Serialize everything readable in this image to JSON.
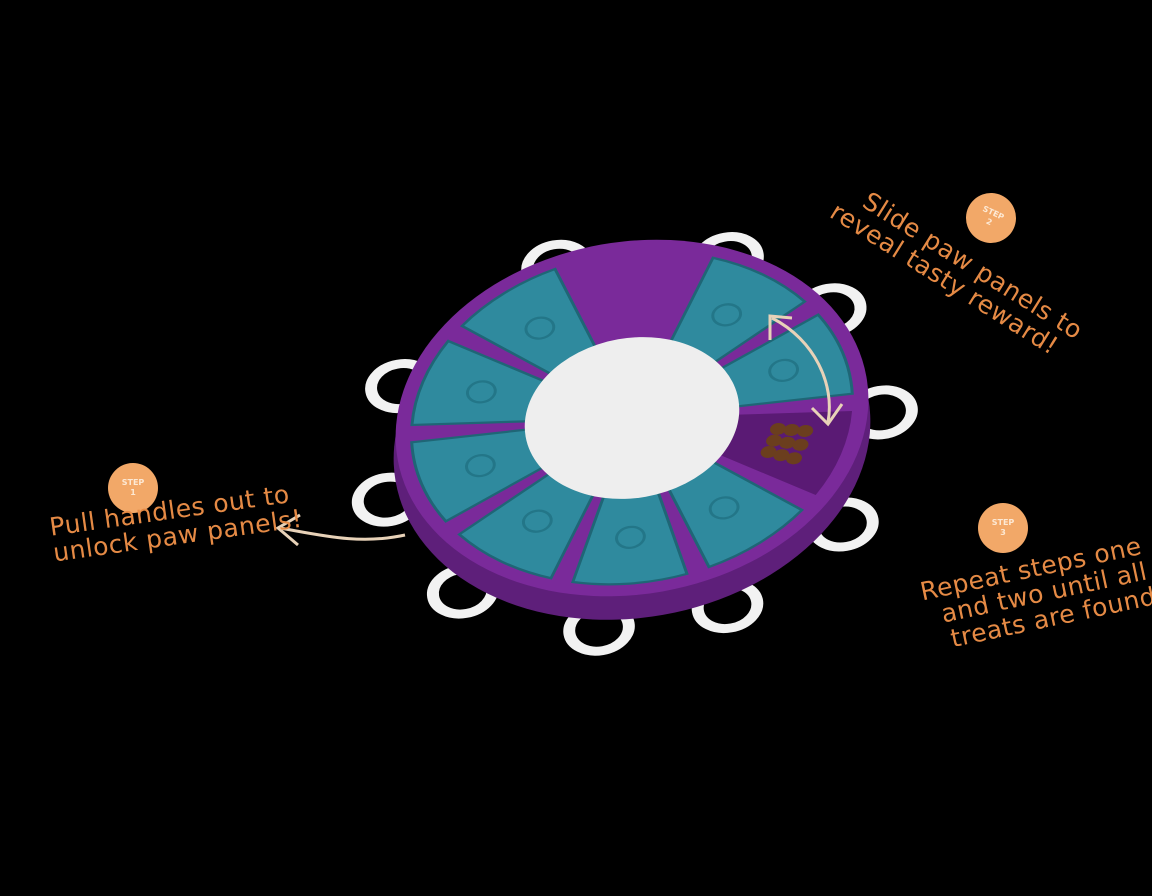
{
  "steps": [
    {
      "badge_label": "STEP",
      "badge_number": "1",
      "lines": [
        "Pull handles out to",
        "unlock paw panels!"
      ]
    },
    {
      "badge_label": "STEP",
      "badge_number": "2",
      "lines": [
        "Slide paw panels to",
        "reveal tasty reward!"
      ]
    },
    {
      "badge_label": "STEP",
      "badge_number": "3",
      "lines": [
        "Repeat steps one",
        "and two until all",
        "treats are found!"
      ]
    }
  ],
  "colors": {
    "accent": "#e58a45",
    "badge": "#f2a868",
    "purple": "#7a2a9a",
    "teal": "#2f8a9e",
    "white": "#f2f2f2"
  }
}
